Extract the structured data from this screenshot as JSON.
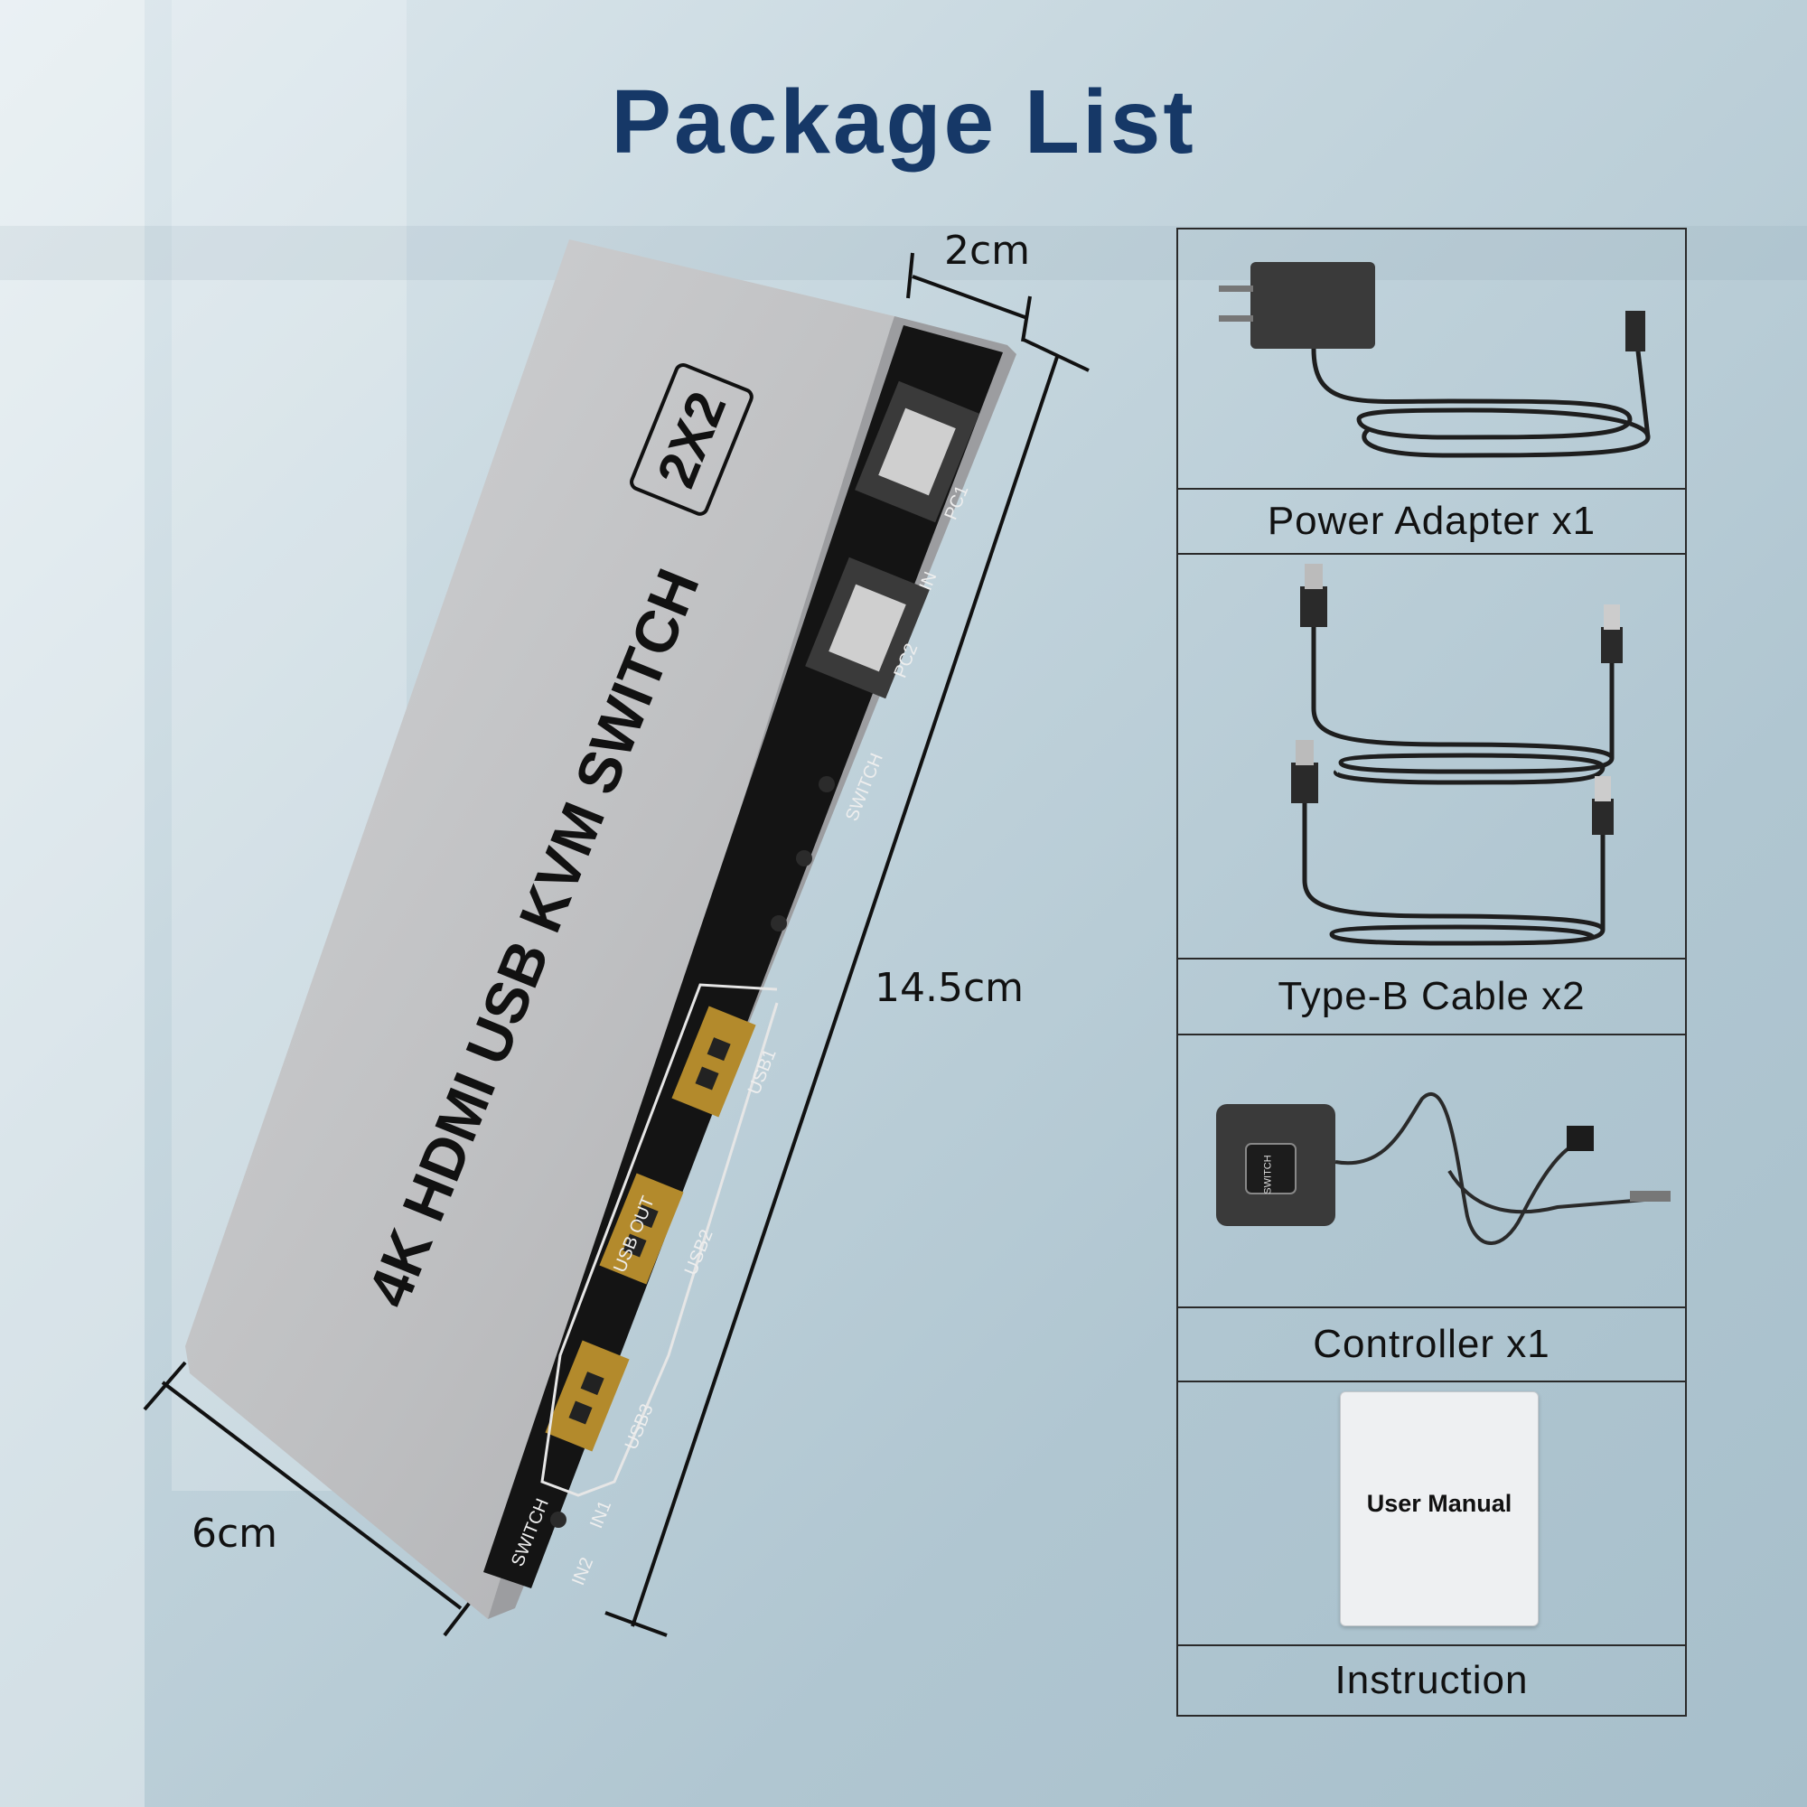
{
  "title": "Package List",
  "device": {
    "name": "4K HDMI USB KVM SWITCH",
    "badge": "2X2",
    "port_labels": {
      "pc1": "PC1",
      "pc2": "PC2",
      "in": "IN",
      "switch_top": "SWITCH",
      "usb_out": "USB OUT",
      "usb1": "USB1",
      "usb2": "USB2",
      "usb3": "USB3",
      "switch_bottom": "SWITCH",
      "in1": "IN1",
      "in2": "IN2"
    }
  },
  "dimensions": {
    "depth": "2cm",
    "length": "14.5cm",
    "width": "6cm"
  },
  "package_items": [
    {
      "caption": "Power Adapter x1",
      "icon": "power-adapter-icon"
    },
    {
      "caption": "Type-B Cable x2",
      "icon": "usb-type-b-cable-icon"
    },
    {
      "caption": "Controller x1",
      "icon": "wired-switch-controller-icon",
      "button_text": "SWITCH"
    },
    {
      "caption": "Instruction",
      "icon": "user-manual-icon",
      "manual_text": "User Manual"
    }
  ]
}
